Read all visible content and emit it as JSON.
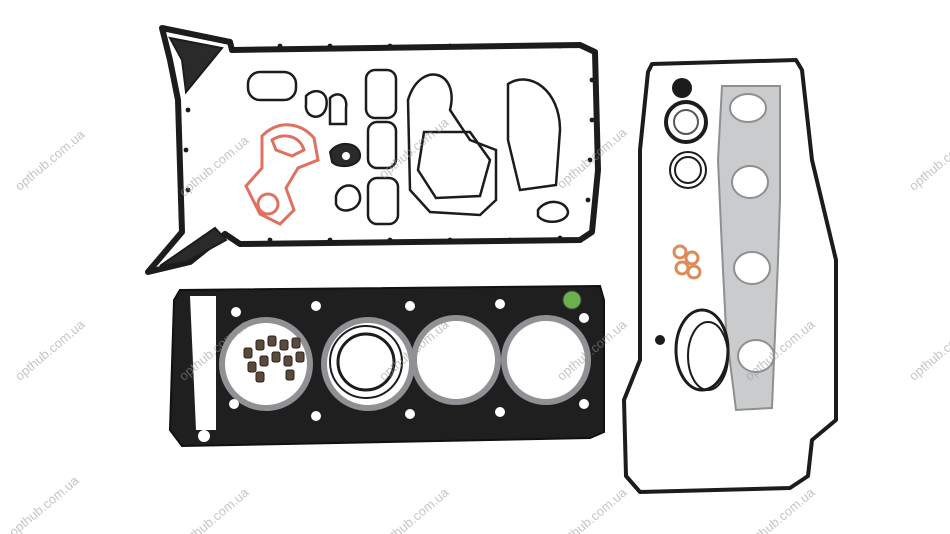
{
  "watermark": {
    "text": "opthub.com.ua",
    "color": "#9a9a9a"
  },
  "objects": {
    "oil_pan_gasket": "black rubber gasket with metal frame",
    "head_gasket": "multi-layer steel cylinder head gasket",
    "valve_cover_gasket": "rubber valve cover gasket",
    "exhaust_manifold_gasket": "metal exhaust manifold gasket",
    "valve_stem_seals": "valve stem seals"
  },
  "colors": {
    "gasket_black": "#1c1c1c",
    "metal_silver": "#c9cbcd",
    "copper": "#e08a5a",
    "green_seal": "#6ab04c"
  }
}
